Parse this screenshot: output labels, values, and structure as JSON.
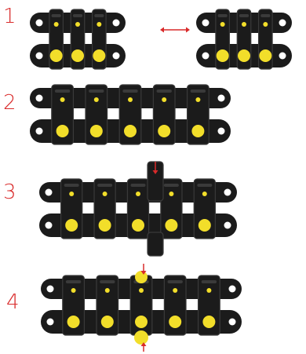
{
  "steps": [
    {
      "number": "1"
    },
    {
      "number": "2"
    },
    {
      "number": "3"
    },
    {
      "number": "4"
    }
  ],
  "colors": {
    "chain_body": "#1b1b1b",
    "chain_highlight": "#3a3a3a",
    "pin_yellow": "#f2de2a",
    "arrow_red": "#d92a2a",
    "background": "#ffffff"
  },
  "icons": {
    "links": "chain-link-icon",
    "pins": "yellow-pin-icon",
    "arrows": "red-arrow-icon"
  }
}
